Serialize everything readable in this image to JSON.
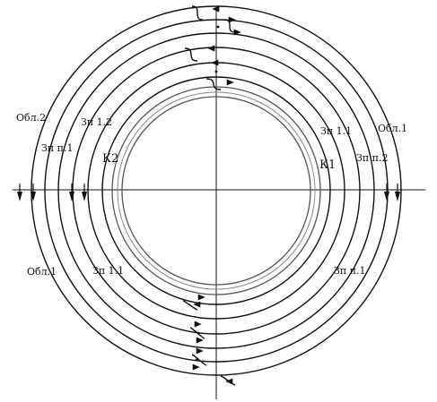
{
  "colors": {
    "ink": "#111111",
    "paper": "#ffffff",
    "inner": "#888888"
  },
  "labels": {
    "obl2_top_left": "Обл.2",
    "obl1_top_right": "Обл.1",
    "zp12": "Зп 1.2",
    "zp11_top": "Зп 1.1",
    "zpp1_left": "Зп п.1",
    "zpp2_right": "Зп п.2",
    "k2": "К2",
    "k1": "К1",
    "obl1_bottom_left": "Обл.1",
    "zp11_bottom": "Зп 1.1",
    "zpp1_bottom_right": "Зп п.1"
  }
}
